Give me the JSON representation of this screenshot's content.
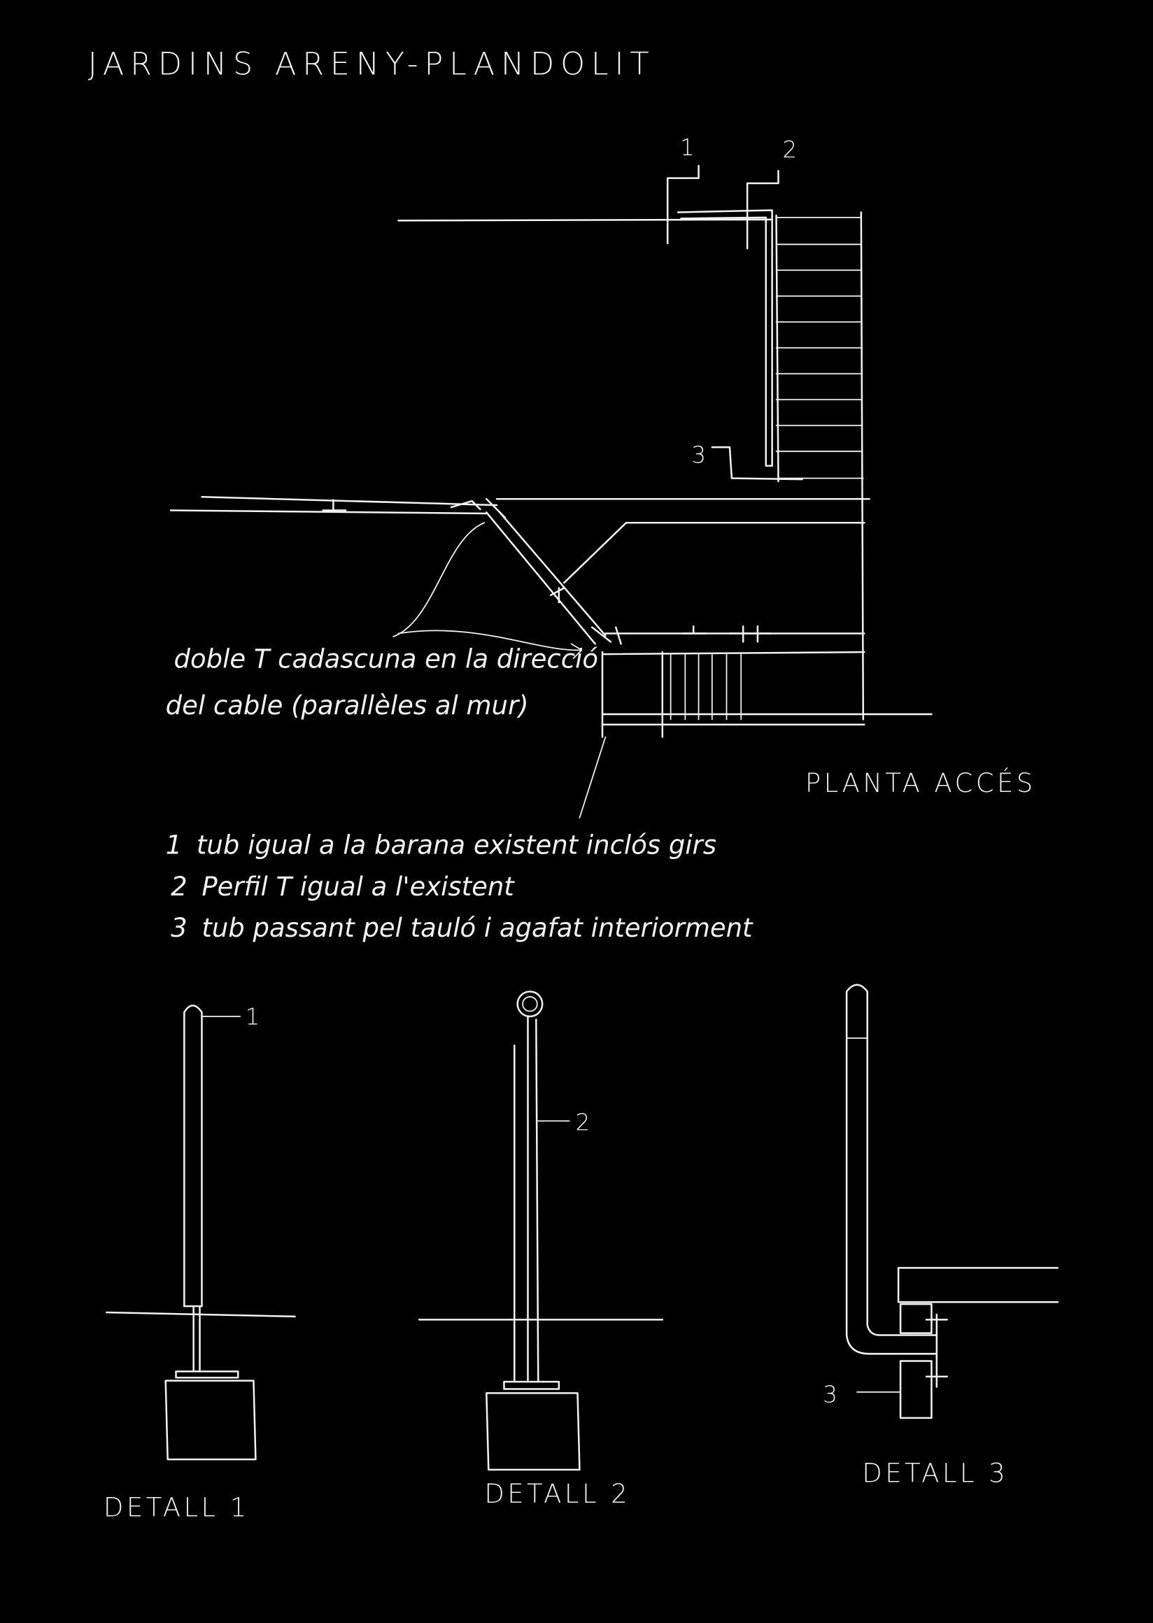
{
  "title": "JARDINS ARENY-PLANDOLIT",
  "plan": {
    "caption": "PLANTA ACCÉS",
    "annotation_line1": "doble T cadascuna en la direcció",
    "annotation_line2": "del cable (parallèles al mur)",
    "markers": [
      "1",
      "2",
      "3"
    ]
  },
  "notes": [
    {
      "num": "1",
      "text": "tub igual a la barana existent inclós girs"
    },
    {
      "num": "2",
      "text": "Perfil T igual a l'existent"
    },
    {
      "num": "3",
      "text": "tub passant pel tauló i agafat interiorment"
    }
  ],
  "details": [
    {
      "caption": "DETALL 1",
      "marker": "1"
    },
    {
      "caption": "DETALL 2",
      "marker": "2"
    },
    {
      "caption": "DETALL 3",
      "marker": "3"
    }
  ],
  "colors": {
    "background": "#000000",
    "ink": "#f2f2f2"
  }
}
